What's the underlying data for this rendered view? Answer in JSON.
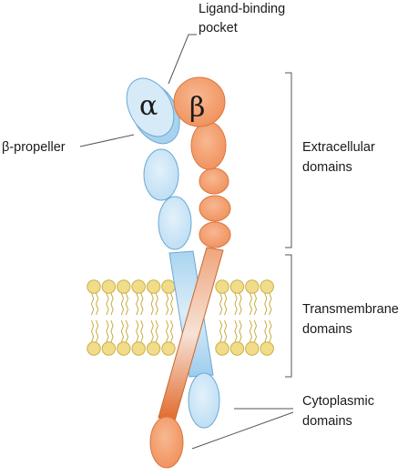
{
  "labels": {
    "ligand_line1": "Ligand-binding",
    "ligand_line2": "pocket",
    "propeller": "β-propeller",
    "extracellular_line1": "Extracellular",
    "extracellular_line2": "domains",
    "transmembrane_line1": "Transmembrane",
    "transmembrane_line2": "domains",
    "cytoplasmic_line1": "Cytoplasmic",
    "cytoplasmic_line2": "domains"
  },
  "subunits": {
    "alpha_symbol": "α",
    "beta_symbol": "β"
  },
  "colors": {
    "alpha_fill": "#cfe6f6",
    "alpha_stroke": "#6aa8d4",
    "beta_fill": "#f5a071",
    "beta_stroke": "#d9763f",
    "beta_dark": "#e0682e",
    "lipid_head": "#f1dc8a",
    "lipid_stroke": "#c9b04a",
    "lipid_tail": "#c8aa3c",
    "bracket": "#555555"
  }
}
